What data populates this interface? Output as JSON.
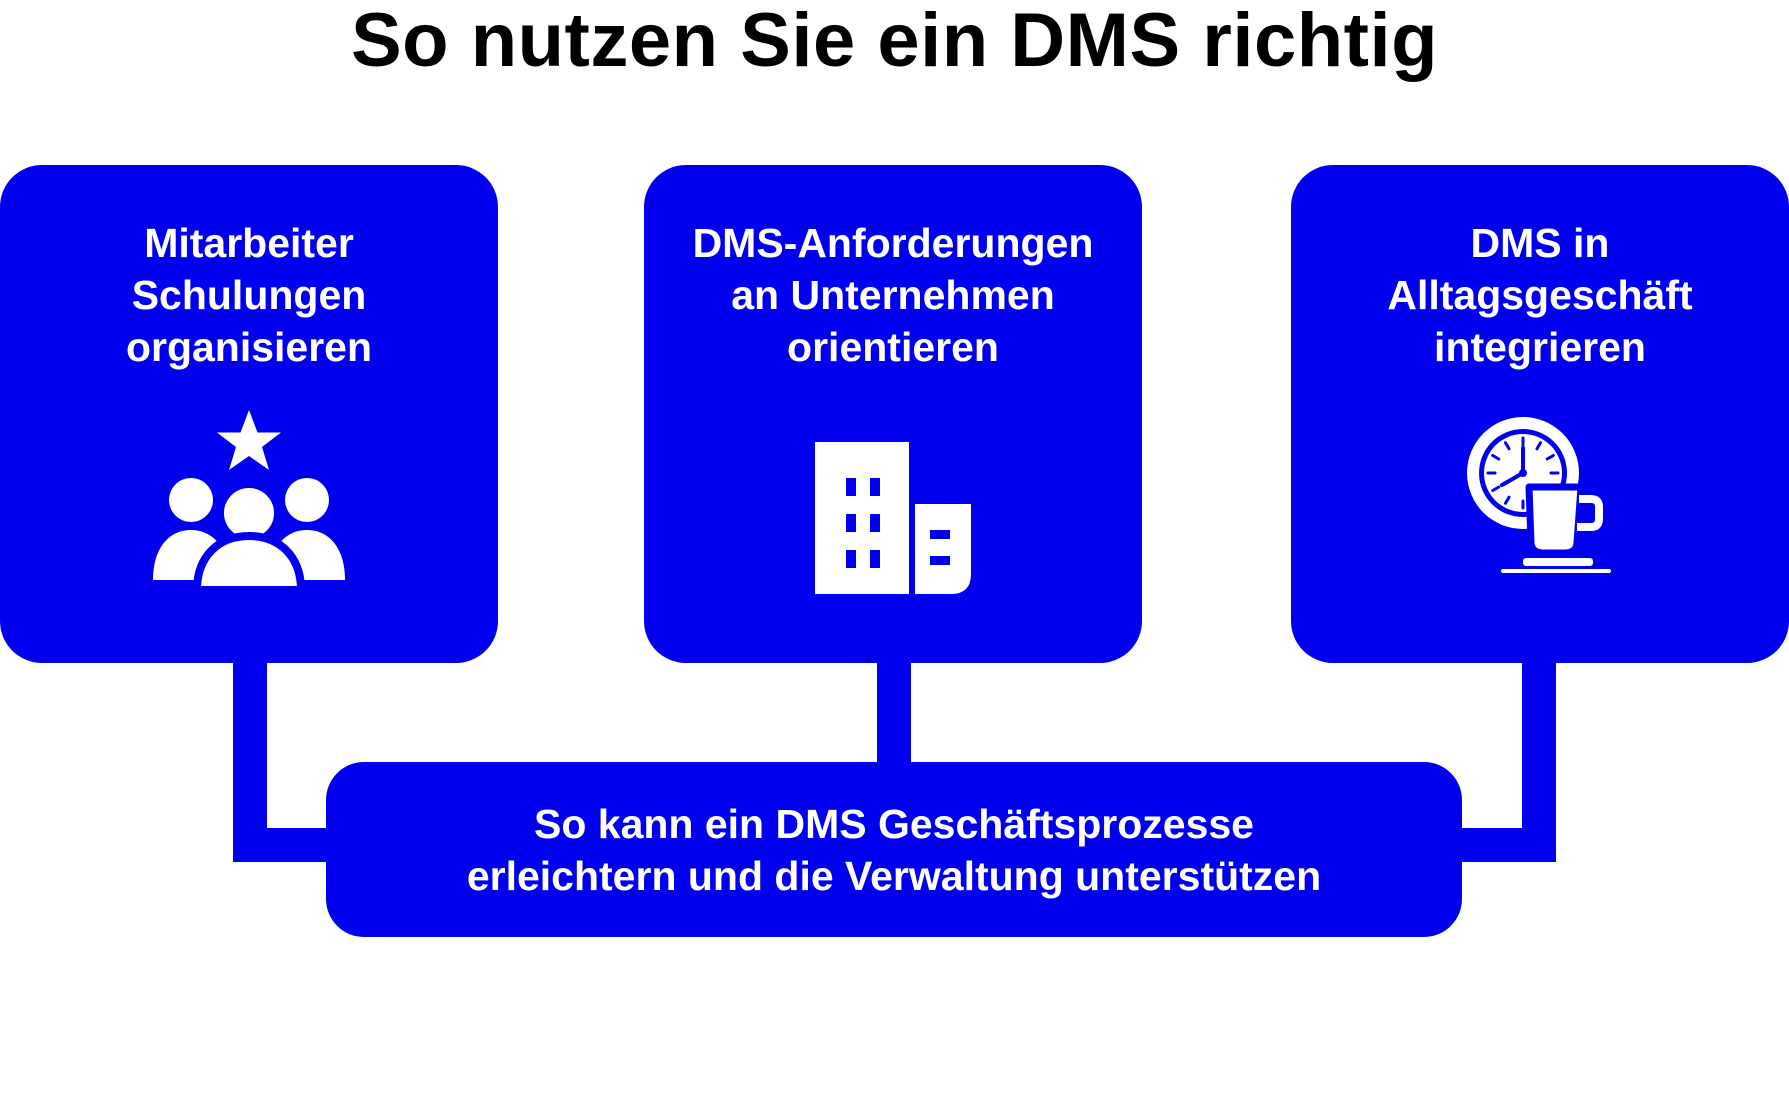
{
  "title": "So nutzen Sie ein DMS richtig",
  "colors": {
    "accent": "#0000ee",
    "text_on_accent": "#ffffff",
    "title": "#000000"
  },
  "cards": [
    {
      "label": "Mitarbeiter\nSchulungen\norganisieren",
      "icon": "team-star-icon"
    },
    {
      "label": "DMS-Anforderungen\nan Unternehmen\norientieren",
      "icon": "office-building-icon"
    },
    {
      "label": "DMS in\nAlltagsgeschäft\nintegrieren",
      "icon": "clock-coffee-icon"
    }
  ],
  "summary": {
    "label": "So kann ein DMS Geschäftsprozesse\nerleichtern und die Verwaltung unterstützen"
  }
}
